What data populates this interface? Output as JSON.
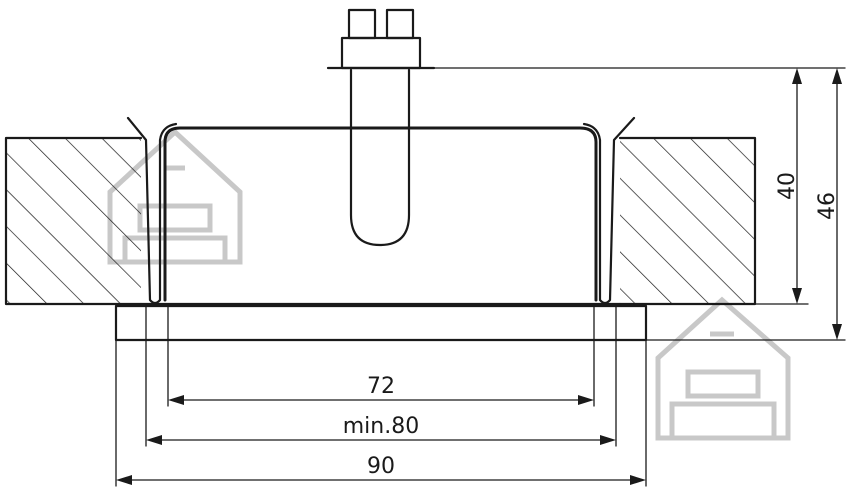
{
  "dimensions": {
    "height_inner": "40",
    "height_total": "46",
    "width_inner": "72",
    "width_cutout": "min.80",
    "width_outer": "90"
  },
  "colors": {
    "line": "#1a1a1a",
    "watermark": "#c8c8c8",
    "background": "#ffffff"
  },
  "icons": [
    "house-watermark-icon"
  ]
}
